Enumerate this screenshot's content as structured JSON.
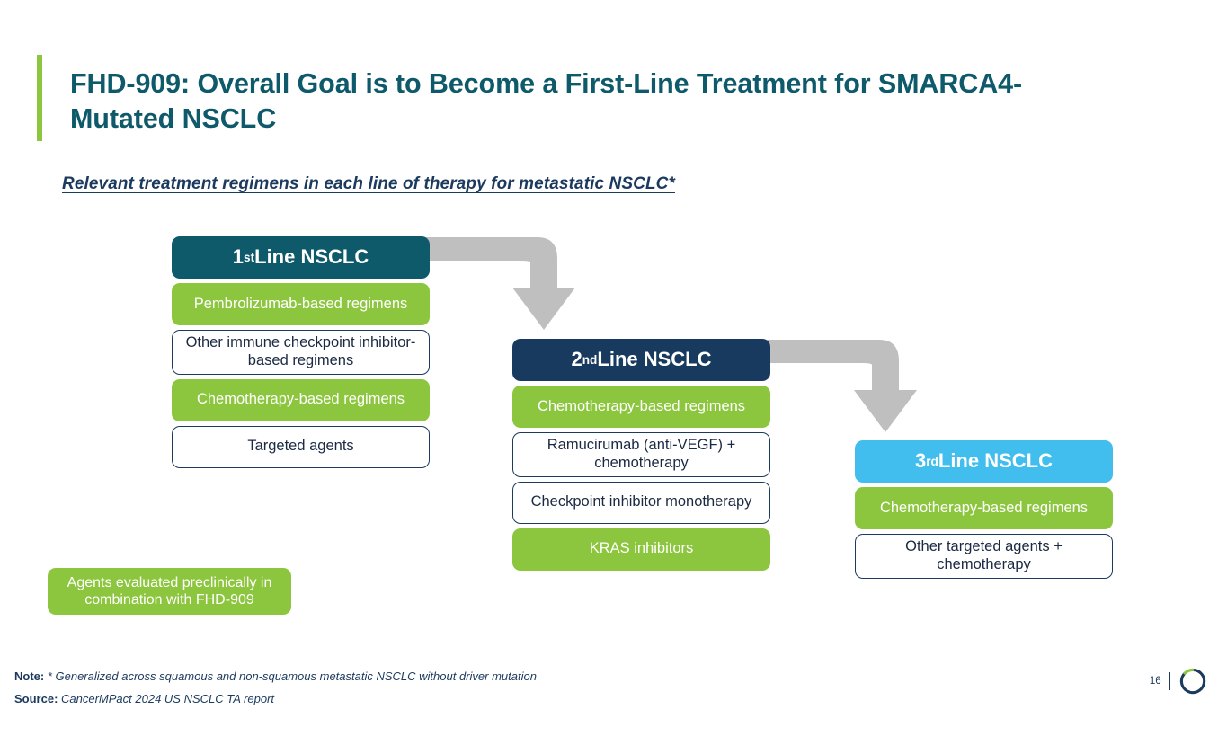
{
  "slide": {
    "title": "FHD-909: Overall Goal is to Become a First-Line Treatment for SMARCA4-Mutated NSCLC",
    "subtitle": "Relevant treatment regimens in each line of therapy for metastatic NSCLC*",
    "page_number": "16"
  },
  "colors": {
    "teal": "#0e5a6b",
    "navy": "#173a5e",
    "cyan": "#41bdee",
    "green": "#8cc63e",
    "arrow_gray": "#bfbfbf",
    "white_box_border": "#1b3a5e"
  },
  "columns": [
    {
      "header_prefix": "1",
      "header_sup": "st",
      "header_rest": " Line NSCLC",
      "header_style": "teal",
      "items": [
        {
          "label": "Pembrolizumab-based regimens",
          "style": "green"
        },
        {
          "label": "Other immune checkpoint inhibitor-based regimens",
          "style": "white"
        },
        {
          "label": "Chemotherapy-based regimens",
          "style": "green"
        },
        {
          "label": "Targeted agents",
          "style": "white"
        }
      ]
    },
    {
      "header_prefix": "2",
      "header_sup": "nd",
      "header_rest": " Line NSCLC",
      "header_style": "navy",
      "items": [
        {
          "label": "Chemotherapy-based regimens",
          "style": "green"
        },
        {
          "label": "Ramucirumab (anti-VEGF) + chemotherapy",
          "style": "white"
        },
        {
          "label": "Checkpoint inhibitor monotherapy",
          "style": "white"
        },
        {
          "label": "KRAS inhibitors",
          "style": "green"
        }
      ]
    },
    {
      "header_prefix": "3",
      "header_sup": "rd",
      "header_rest": " Line NSCLC",
      "header_style": "cyan",
      "items": [
        {
          "label": "Chemotherapy-based regimens",
          "style": "green"
        },
        {
          "label": "Other targeted agents + chemotherapy",
          "style": "white"
        }
      ]
    }
  ],
  "legend": {
    "label": "Agents evaluated preclinically in combination with FHD-909"
  },
  "footer": {
    "note_label": "Note:",
    "note_text": " * Generalized across squamous and non-squamous metastatic NSCLC without driver mutation",
    "source_label": "Source:",
    "source_text": " CancerMPact 2024 US NSCLC TA report"
  }
}
